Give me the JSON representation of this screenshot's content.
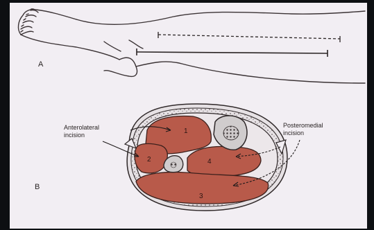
{
  "panels": {
    "a_label": "A",
    "b_label": "B"
  },
  "labels": {
    "anterolateral_line1": "Anterolateral",
    "anterolateral_line2": "incision",
    "posteromedial_line1": "Posteromedial",
    "posteromedial_line2": "incision"
  },
  "compartments": [
    "1",
    "2",
    "3",
    "4"
  ],
  "colors": {
    "muscle": "#b85a4a",
    "muscle_edge": "#3c201c",
    "bone": "#d0cccd",
    "backdrop": "#0d0f12",
    "paper": "#f2eef3",
    "ink": "#2a2424"
  }
}
